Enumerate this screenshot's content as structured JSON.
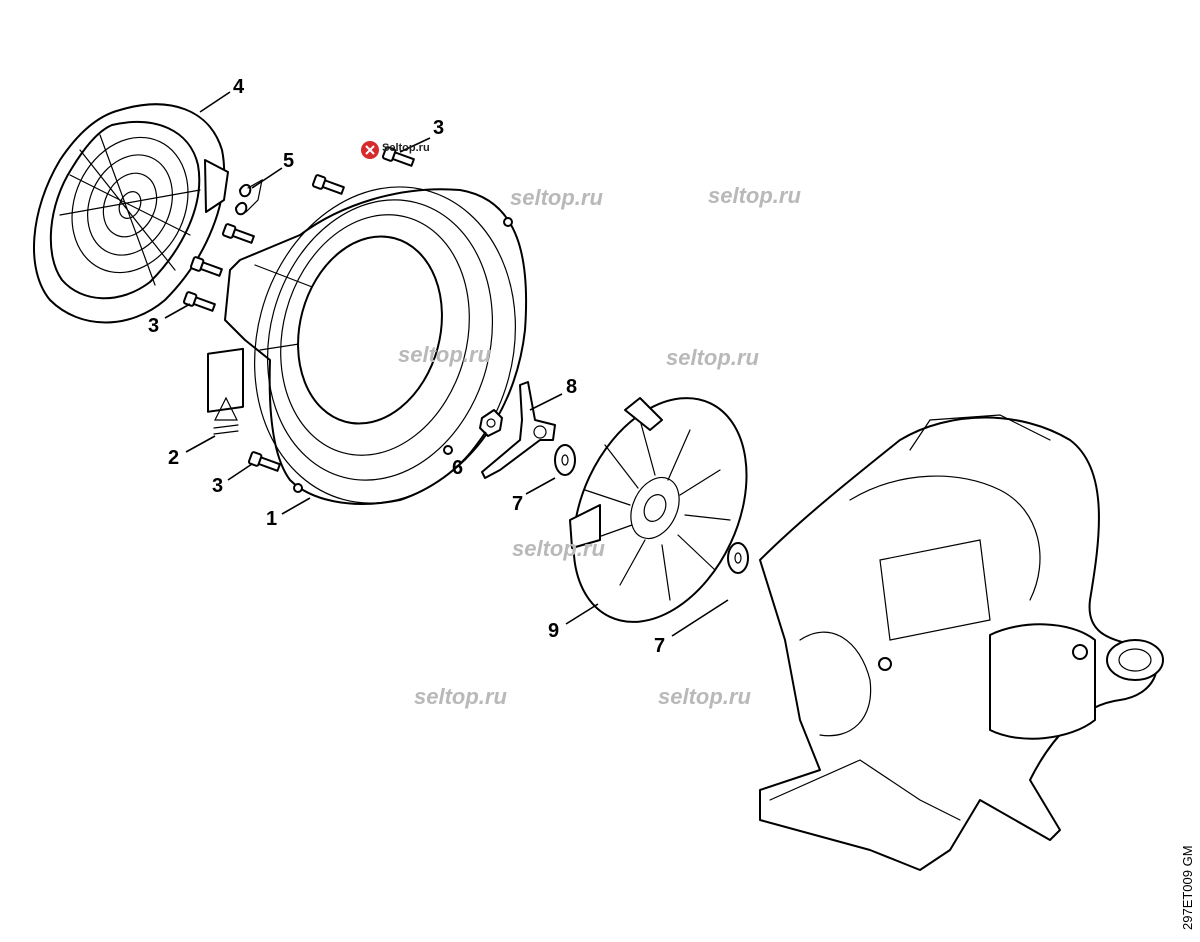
{
  "diagram": {
    "drawing_code": "297ET009 GM",
    "watermarks": [
      "seltop.ru",
      "seltop.ru",
      "seltop.ru",
      "seltop.ru",
      "seltop.ru",
      "seltop.ru",
      "seltop.ru"
    ],
    "logo_text": "Seltop.ru",
    "callouts": [
      "4",
      "3",
      "5",
      "3",
      "8",
      "2",
      "6",
      "3",
      "7",
      "1",
      "9",
      "7"
    ]
  }
}
